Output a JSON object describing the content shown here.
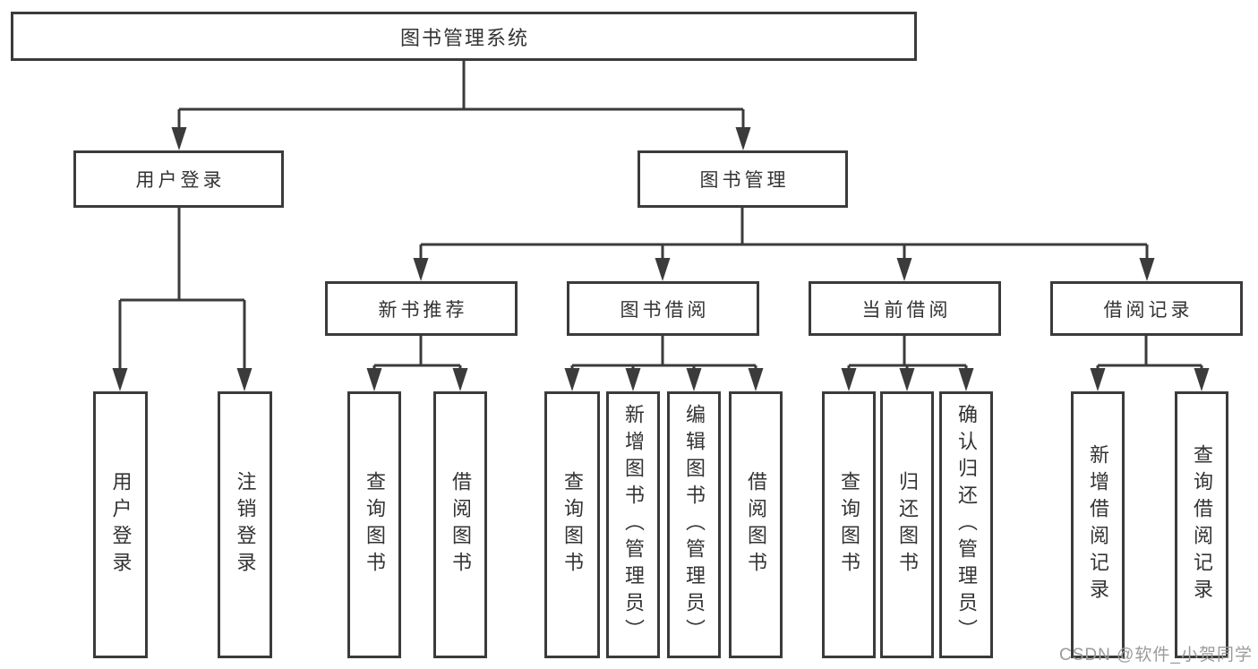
{
  "diagram": {
    "title": "图书管理系统",
    "watermark": "CSDN @软件_小贺同学",
    "colors": {
      "line": "#3b3b3b",
      "box_border": "#3b3b3b",
      "box_fill": "#ffffff",
      "text": "#333333",
      "watermark": "#9b9b9b",
      "background": "#ffffff"
    },
    "tree": {
      "label": "图书管理系统",
      "children": [
        {
          "label": "用户登录",
          "children": [
            {
              "label": "用户登录"
            },
            {
              "label": "注销登录"
            }
          ]
        },
        {
          "label": "图书管理",
          "children": [
            {
              "label": "新书推荐",
              "children": [
                {
                  "label": "查询图书"
                },
                {
                  "label": "借阅图书"
                }
              ]
            },
            {
              "label": "图书借阅",
              "children": [
                {
                  "label": "查询图书"
                },
                {
                  "label": "新增图书（管理员）"
                },
                {
                  "label": "编辑图书（管理员）"
                },
                {
                  "label": "借阅图书"
                }
              ]
            },
            {
              "label": "当前借阅",
              "children": [
                {
                  "label": "查询图书"
                },
                {
                  "label": "归还图书"
                },
                {
                  "label": "确认归还（管理员）"
                }
              ]
            },
            {
              "label": "借阅记录",
              "children": [
                {
                  "label": "新增借阅记录"
                },
                {
                  "label": "查询借阅记录"
                }
              ]
            }
          ]
        }
      ]
    }
  }
}
